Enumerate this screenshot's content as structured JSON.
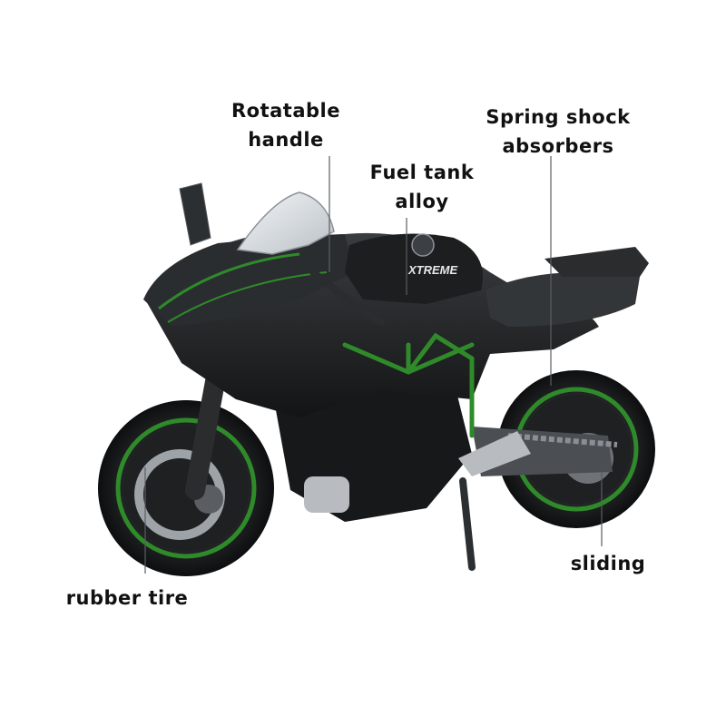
{
  "callouts": {
    "rotatable_handle": {
      "line1": "Rotatable",
      "line2": "handle"
    },
    "fuel_tank_alloy": {
      "line1": "Fuel tank",
      "line2": "alloy"
    },
    "spring_shock_absorbers": {
      "line1": "Spring shock",
      "line2": "absorbers"
    },
    "sliding": {
      "line1": "sliding"
    },
    "rubber_tire": {
      "line1": "rubber tire"
    }
  },
  "tank_logo_text": "XTREME",
  "colors": {
    "body_black": "#1b1d1f",
    "accent_green": "#2f8a2a",
    "chrome": "#b8bcc0",
    "label_text": "#111111"
  }
}
